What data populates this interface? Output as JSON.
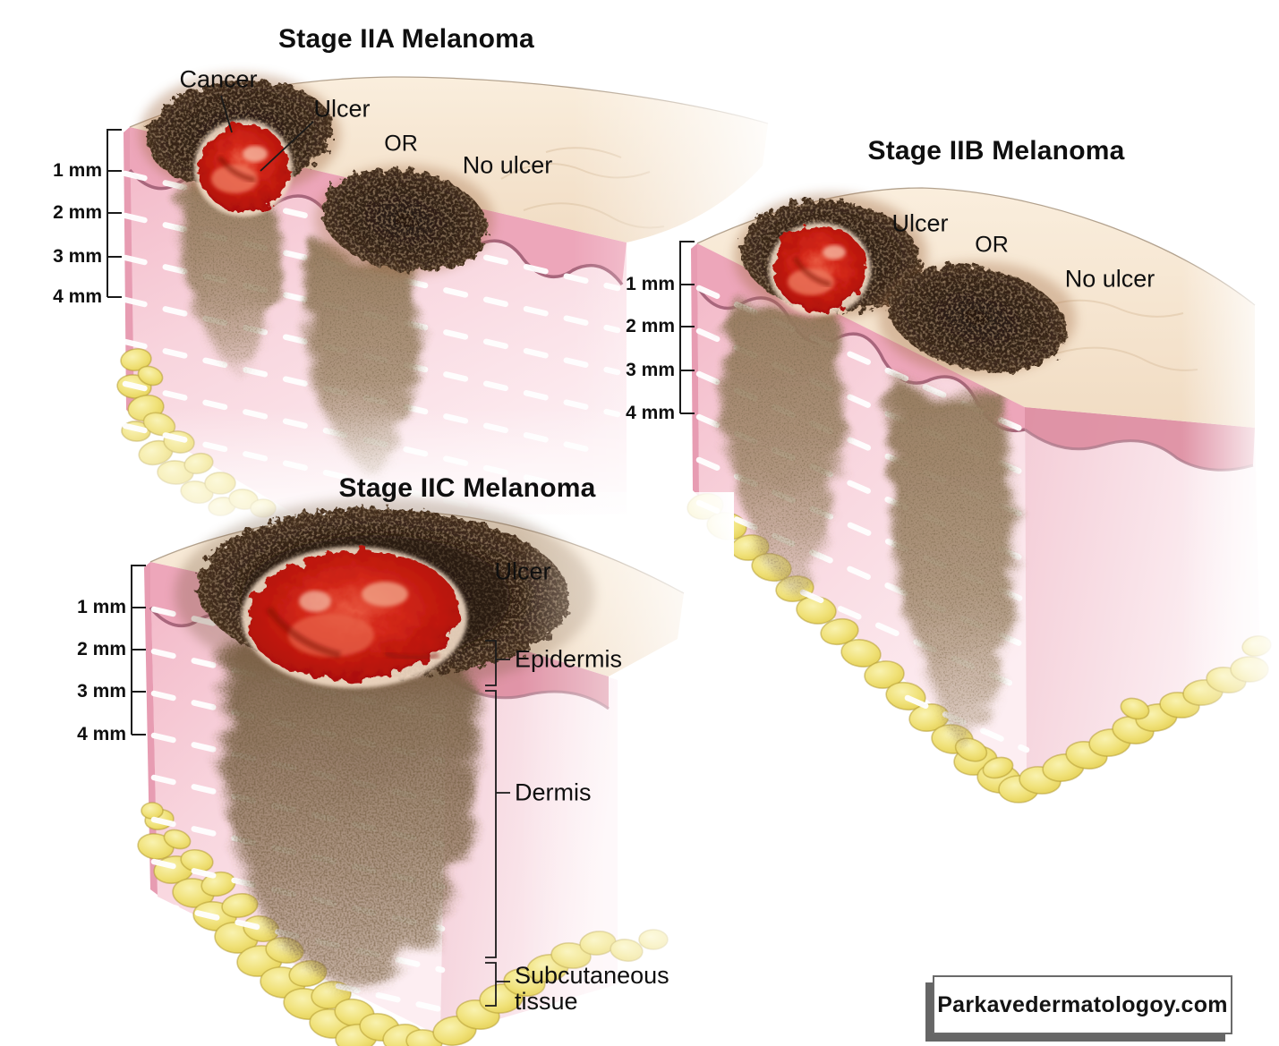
{
  "panels": {
    "iia": {
      "title": "Stage IIA Melanoma",
      "labels": {
        "cancer": "Cancer",
        "ulcer": "Ulcer",
        "or": "OR",
        "no_ulcer": "No ulcer"
      },
      "scale_ticks": [
        "1 mm",
        "2 mm",
        "3 mm",
        "4 mm"
      ]
    },
    "iib": {
      "title": "Stage IIB Melanoma",
      "labels": {
        "ulcer": "Ulcer",
        "or": "OR",
        "no_ulcer": "No ulcer"
      },
      "scale_ticks": [
        "1 mm",
        "2 mm",
        "3 mm",
        "4 mm"
      ]
    },
    "iic": {
      "title": "Stage IIC Melanoma",
      "labels": {
        "ulcer": "Ulcer"
      },
      "layer_labels": {
        "epidermis": "Epidermis",
        "dermis": "Dermis",
        "subcutaneous": "Subcutaneous tissue"
      },
      "scale_ticks": [
        "1 mm",
        "2 mm",
        "3 mm",
        "4 mm"
      ]
    }
  },
  "watermark": {
    "text": "Parkavedermatologoy.com"
  },
  "colors": {
    "skin_surface": "#f8ecd9",
    "epidermis_pink": "#eda6ba",
    "epidermis_outline": "#a8667c",
    "dermis_pink": "#f8d6de",
    "fat_yellow": "#eed75e",
    "lesion_brown": "#362418",
    "ulcer_red": "#c41a0e",
    "depth_dash": "#ffffff"
  }
}
